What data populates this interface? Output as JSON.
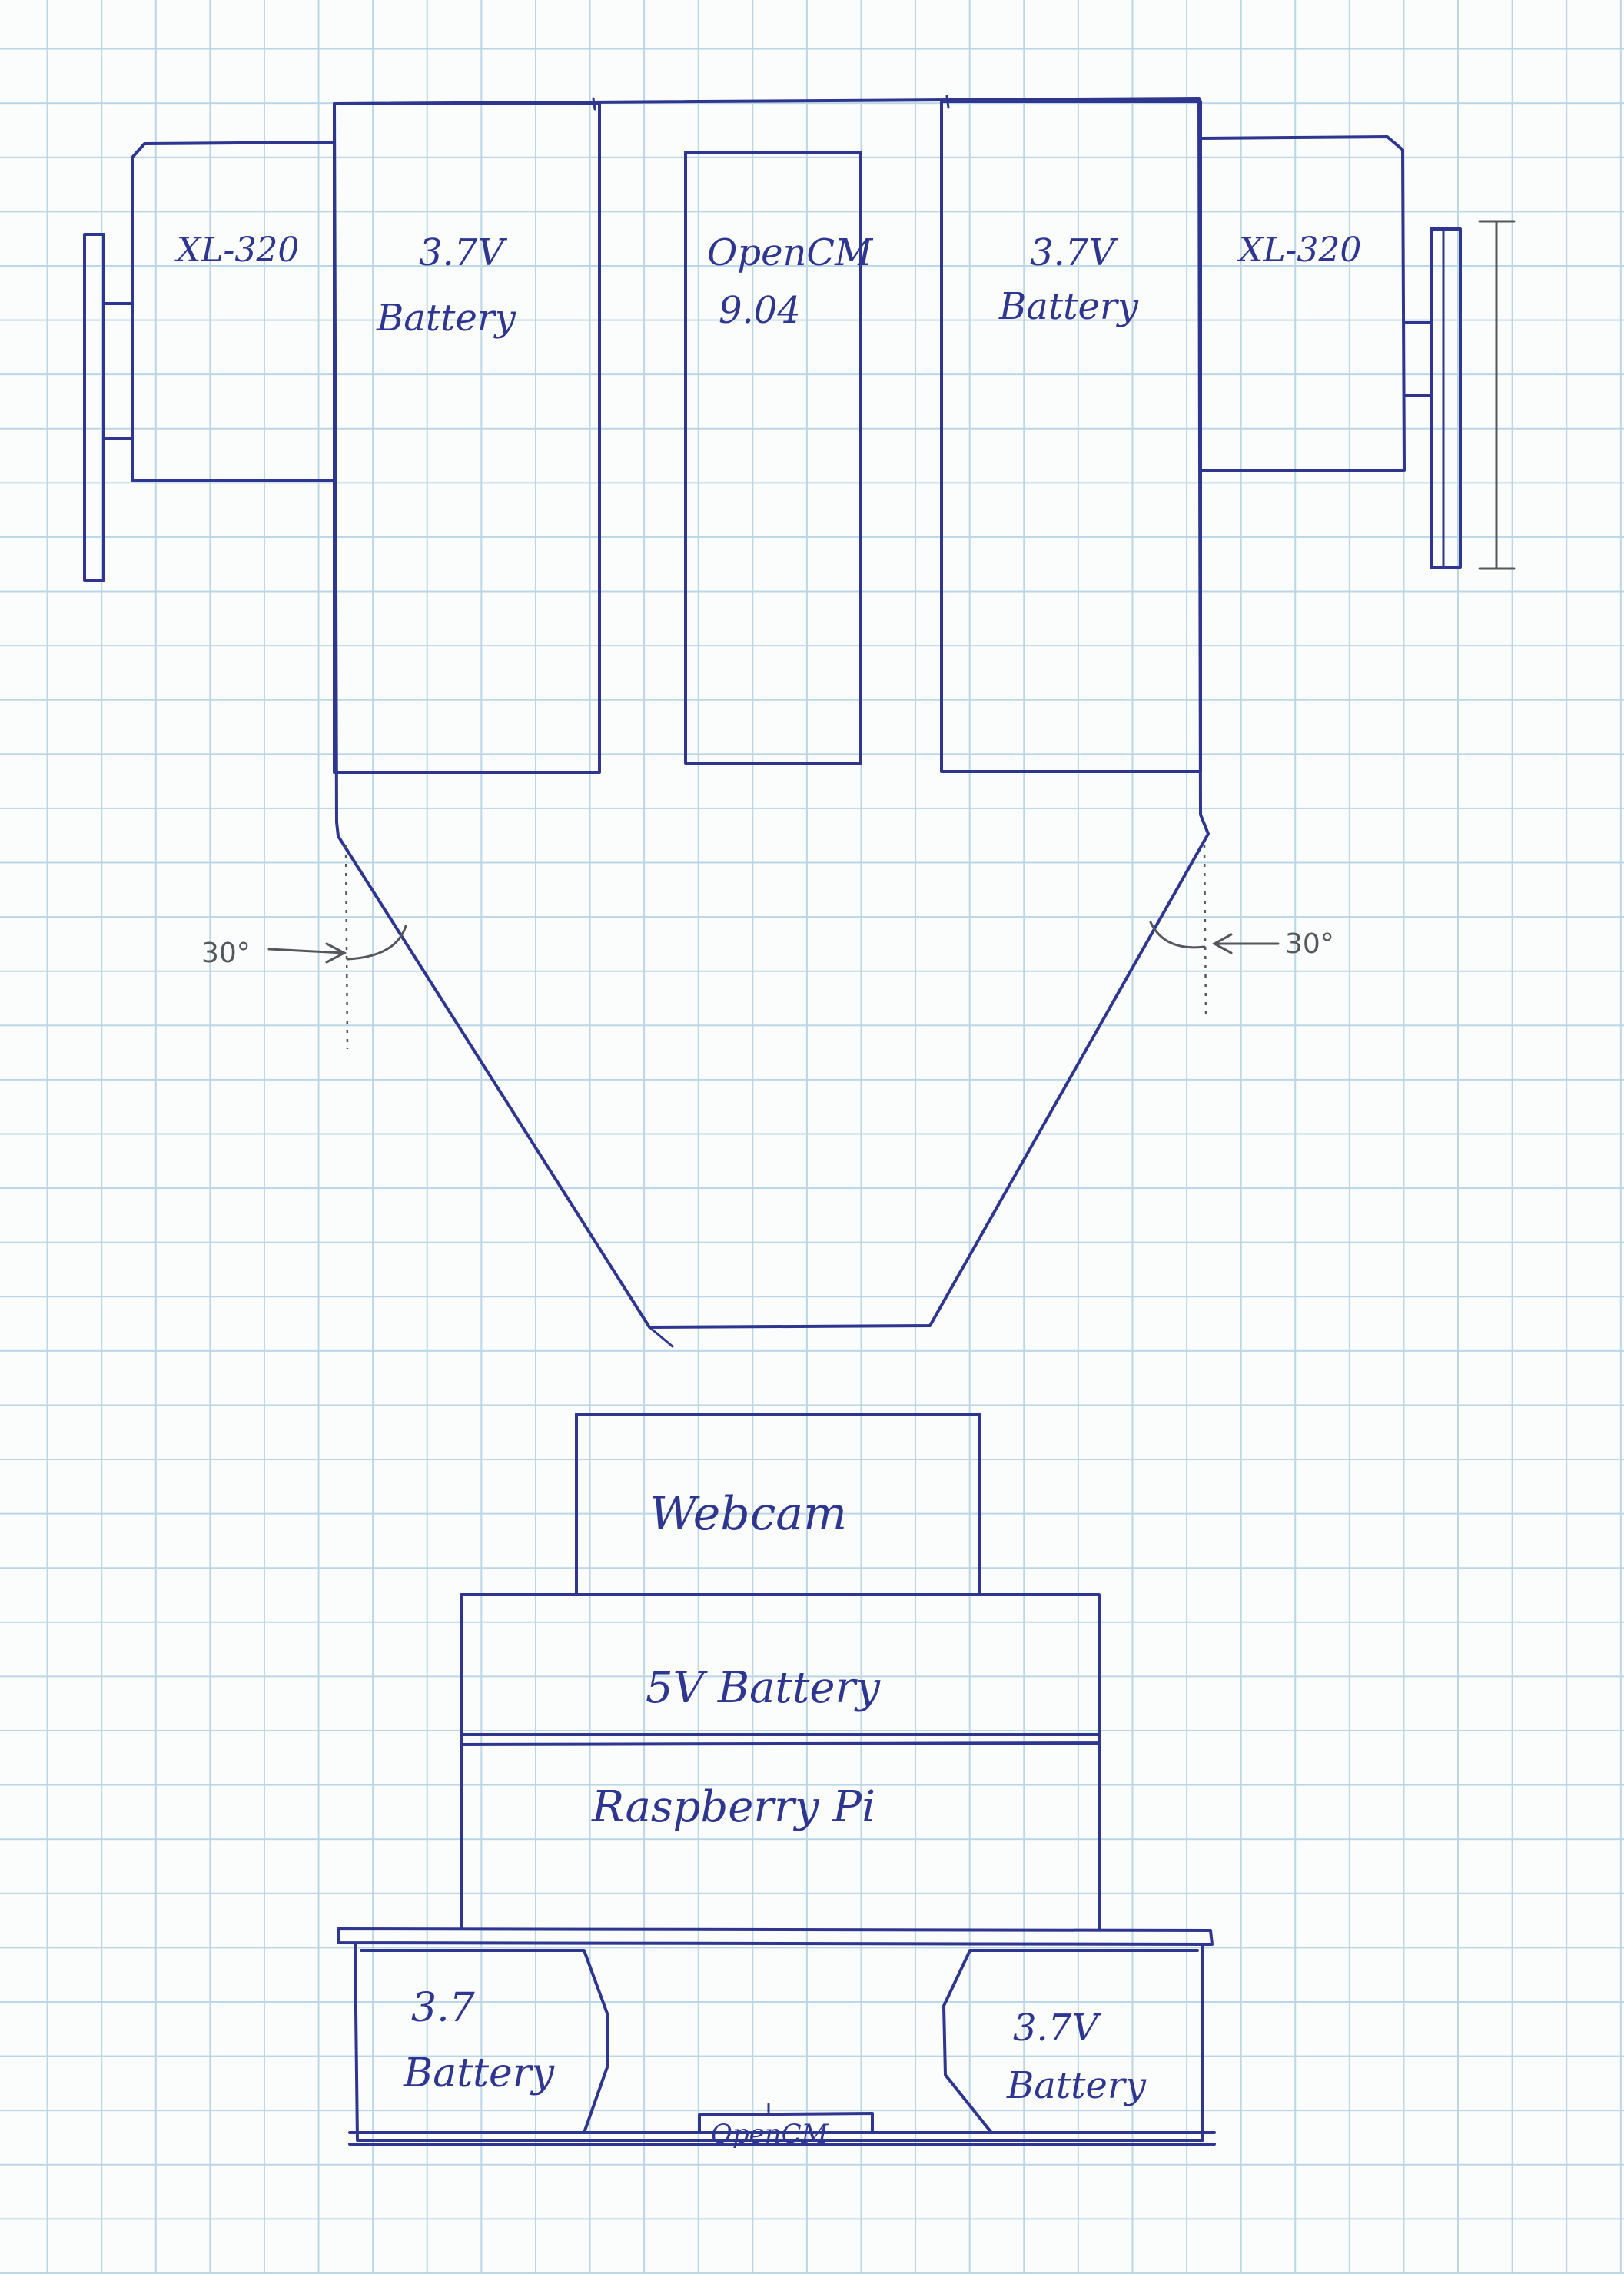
{
  "colors": {
    "ink": "#2e3690",
    "pencil": "#55585a",
    "grid": "#bcd6e6",
    "paper": "#fbfcfc"
  },
  "top_view": {
    "left_servo": "XL-320",
    "left_battery": [
      "3.7V",
      "Battery"
    ],
    "controller": [
      "OpenCM",
      "9.04"
    ],
    "right_battery": [
      "3.7V",
      "Battery"
    ],
    "right_servo": "XL-320",
    "left_angle": "30°",
    "right_angle": "30°"
  },
  "side_view": {
    "webcam": "Webcam",
    "battery_5v": "5V Battery",
    "raspberry_pi": "Raspberry Pi",
    "left_battery": [
      "3.7",
      "Battery"
    ],
    "right_battery": [
      "3.7V",
      "Battery"
    ],
    "controller": "OpenCM"
  }
}
